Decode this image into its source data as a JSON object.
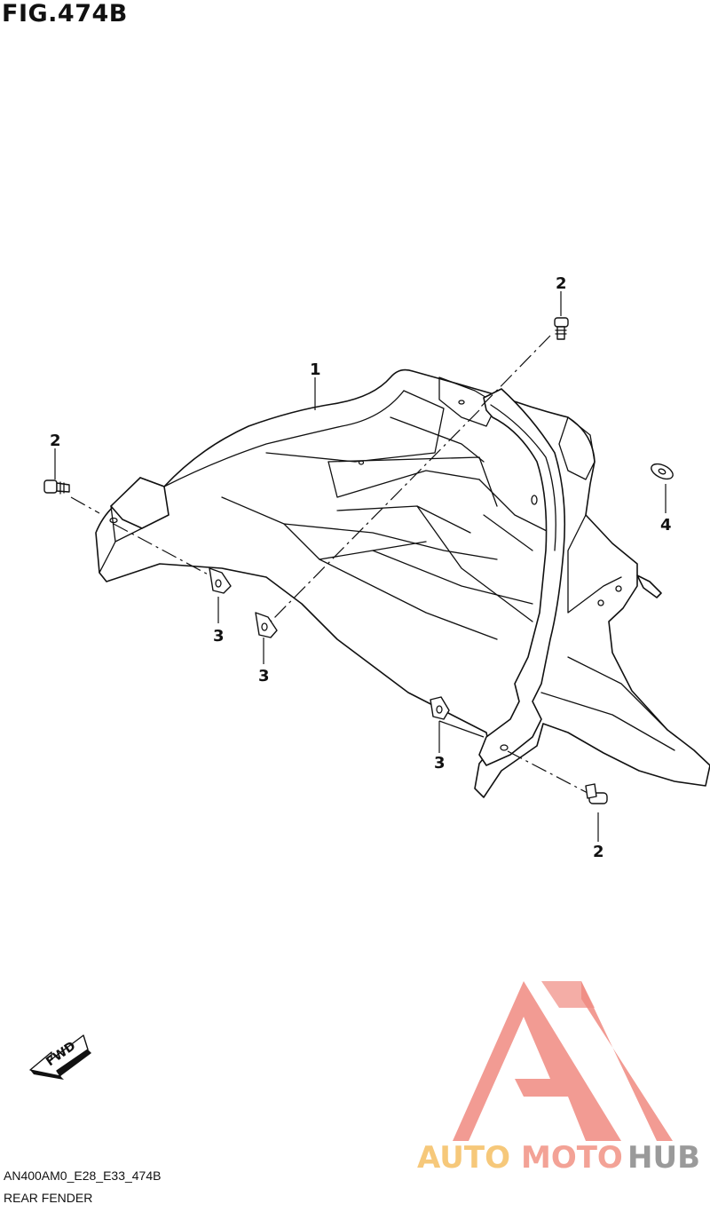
{
  "figure": {
    "title": "FIG.474B"
  },
  "callouts": [
    {
      "id": "c1",
      "label": "1"
    },
    {
      "id": "c2a",
      "label": "2"
    },
    {
      "id": "c2b",
      "label": "2"
    },
    {
      "id": "c2c",
      "label": "2"
    },
    {
      "id": "c3a",
      "label": "3"
    },
    {
      "id": "c3b",
      "label": "3"
    },
    {
      "id": "c3c",
      "label": "3"
    },
    {
      "id": "c4",
      "label": "4"
    }
  ],
  "fwd_label": "FWD",
  "footer": {
    "code": "AN400AM0_E28_E33_474B",
    "name": "REAR FENDER"
  },
  "watermark": {
    "part1": "AUTO",
    "part2": "MOTO",
    "part3": "HUB",
    "colors": {
      "triangle": "#f08a80",
      "auto": "#f6c87a",
      "moto": "#f3a296",
      "hub": "#9a9a9a"
    }
  }
}
